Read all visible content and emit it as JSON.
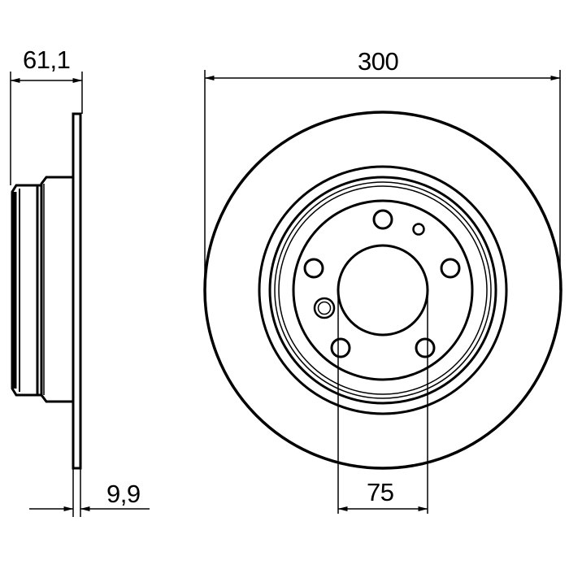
{
  "diagram": {
    "title": "Brake disc technical drawing",
    "background_color": "#ffffff",
    "line_color": "#000000",
    "views": {
      "side_view": {
        "label": "side-profile"
      },
      "front_view": {
        "label": "front-face"
      }
    },
    "dimensions": {
      "overall_height": {
        "value": "61,1"
      },
      "disc_thickness": {
        "value": "9,9"
      },
      "outer_diameter": {
        "value": "300"
      },
      "centering_diameter": {
        "value": "75"
      }
    },
    "front_view_features": {
      "bolt_holes": 5,
      "small_holes": 1,
      "locating_holes": 1,
      "concentric_rings": 5
    }
  }
}
